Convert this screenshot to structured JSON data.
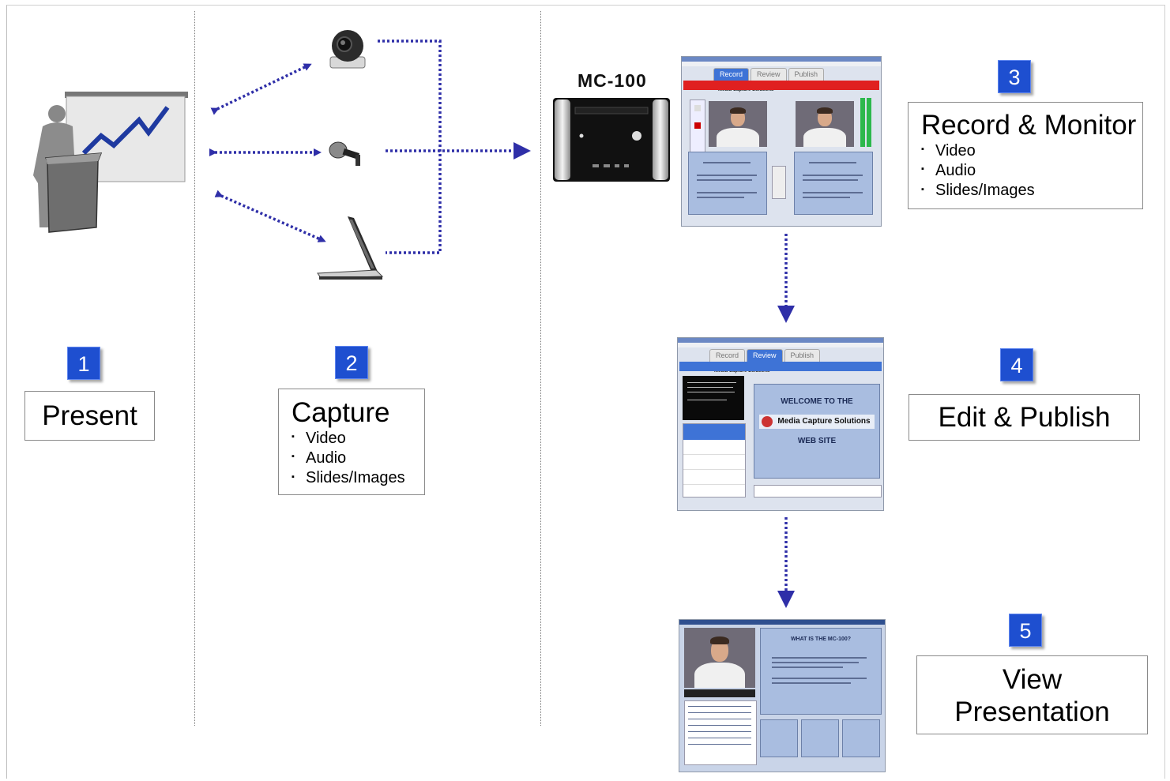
{
  "steps": [
    {
      "number": "1",
      "title": "Present",
      "items": []
    },
    {
      "number": "2",
      "title": "Capture",
      "items": [
        "Video",
        "Audio",
        "Slides/Images"
      ]
    },
    {
      "number": "3",
      "title": "Record & Monitor",
      "items": [
        "Video",
        "Audio",
        "Slides/Images"
      ]
    },
    {
      "number": "4",
      "title": "Edit & Publish",
      "items": []
    },
    {
      "number": "5",
      "title": "View Presentation",
      "title_lines": [
        "View",
        "Presentation"
      ],
      "items": []
    }
  ],
  "device": {
    "label": "MC-100"
  },
  "screenshots": {
    "tabs": [
      "Record",
      "Review",
      "Publish"
    ],
    "brand": "Media Capture Solutions",
    "welcome_lines": [
      "WELCOME TO THE",
      "Media Capture Solutions",
      "WEB SITE"
    ],
    "slide_heading": "WHAT IS THE MC-100?"
  },
  "icons": {
    "presenter": "presenter-podium-icon",
    "camera": "ptz-camera-icon",
    "microphone": "microphone-icon",
    "laptop": "laptop-icon"
  },
  "colors": {
    "badge": "#1e4fd0",
    "arrow": "#2f2fa8",
    "panel": "#a9bde0",
    "record_bar": "#e02020"
  }
}
